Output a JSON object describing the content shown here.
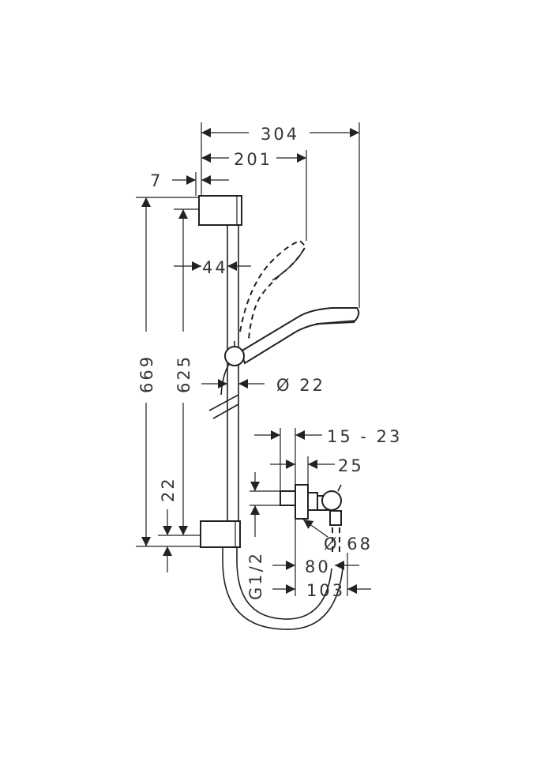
{
  "dimensions": {
    "overall_reach": "304",
    "handshower_reach": "201",
    "wall_offset": "7",
    "bar_width": "44",
    "total_height": "669",
    "bar_length": "625",
    "bar_diameter": "Ø 22",
    "connection_depth": "15 - 23",
    "rosette_depth": "25",
    "bottom_offset": "22",
    "thread": "G1/2",
    "rosette_diameter": "Ø 68",
    "outlet_80": "80",
    "outlet_103": "103"
  }
}
